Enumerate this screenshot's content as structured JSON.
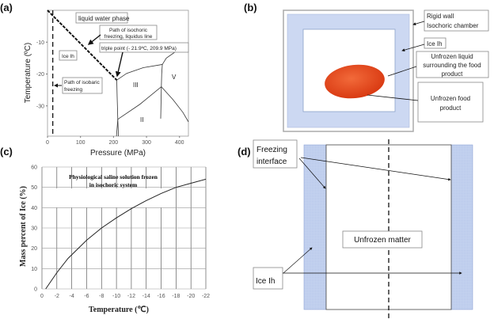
{
  "panels": {
    "a": {
      "label": "(a)"
    },
    "b": {
      "label": "(b)"
    },
    "c": {
      "label": "(c)"
    },
    "d": {
      "label": "(d)"
    }
  },
  "colors": {
    "ice": "#c9d6f0",
    "ice_border": "#8fa6d8",
    "tomato": "#e8481c",
    "line": "#222222"
  },
  "phase_diagram": {
    "xlabel": "Pressure (MPa)",
    "ylabel": "Temperature (ºC)",
    "xlim": [
      0,
      427
    ],
    "ylim": [
      -39.5,
      0
    ],
    "xticks": [
      "0",
      "100",
      "200",
      "300",
      "400"
    ],
    "yticks": [
      "-10",
      "-20",
      "-30"
    ],
    "annotations": {
      "liquid": "liquid water phase",
      "isochoric1": "Path of isochoric",
      "isochoric2": "freezing, liquidus line",
      "triple": "triple point (- 21.9ºC, 209.9 MPa)",
      "iceIh": "Ice Ih",
      "isobaric1": "Path of isobaric",
      "isobaric2": "freezing",
      "III": "III",
      "II": "II",
      "V": "V"
    },
    "liquidus": [
      [
        0,
        0
      ],
      [
        209.9,
        -21.9
      ]
    ],
    "isobaric_pressure": 16,
    "boundaries": [
      [
        [
          209.9,
          -21.9
        ],
        [
          211,
          -27
        ],
        [
          213,
          -34.2
        ],
        [
          215,
          -39.5
        ]
      ],
      [
        [
          213,
          -34.2
        ],
        [
          209,
          -39.5
        ]
      ],
      [
        [
          209.9,
          -21.9
        ],
        [
          240,
          -19.8
        ],
        [
          290,
          -18
        ],
        [
          348,
          -17
        ]
      ],
      [
        [
          213,
          -34.2
        ],
        [
          280,
          -29.5
        ],
        [
          345,
          -24
        ]
      ],
      [
        [
          348,
          -17
        ],
        [
          346,
          -20
        ],
        [
          345,
          -24
        ],
        [
          343,
          -34
        ]
      ],
      [
        [
          348,
          -17
        ],
        [
          360,
          -15
        ],
        [
          392,
          -12.7
        ]
      ],
      [
        [
          345,
          -24
        ],
        [
          380,
          -28
        ],
        [
          410,
          -32
        ],
        [
          427,
          -35
        ]
      ]
    ]
  },
  "chart_data": {
    "type": "line",
    "title": "Physiological saline solution frozen in isochoric system",
    "title_lines": [
      "Physiological saline solution frozen",
      "in isochoric system"
    ],
    "xlabel": "Temperature (℃)",
    "ylabel": "Mass percent of Ice (%)",
    "xlim": [
      0,
      -22
    ],
    "ylim": [
      0,
      60
    ],
    "xticks": [
      "0",
      "-2",
      "-4",
      "-6",
      "-8",
      "-10",
      "-12",
      "-14",
      "-16",
      "-18",
      "-20",
      "-22"
    ],
    "yticks": [
      "0",
      "10",
      "20",
      "30",
      "40",
      "50",
      "60"
    ],
    "grid": true,
    "x": [
      -0.5,
      -2,
      -3.5,
      -6,
      -8,
      -10,
      -12,
      -14,
      -16,
      -18,
      -20,
      -22
    ],
    "y": [
      0,
      8,
      15,
      24,
      30,
      35,
      39.5,
      43.5,
      47,
      50,
      52,
      54
    ]
  },
  "chamber": {
    "rigid_wall_1": "Rigid wall",
    "rigid_wall_2": "Isochoric  chamber",
    "ice": "Ice Ih",
    "liquid_1": "Unfrozen liquid",
    "liquid_2": "surrounding the food",
    "liquid_3": "product",
    "food_1": "Unfrozen food",
    "food_2": "product"
  },
  "interface": {
    "freezing_1": "Freezing",
    "freezing_2": "interface",
    "unfrozen": "Unfrozen matter",
    "ice": "Ice Ih"
  }
}
